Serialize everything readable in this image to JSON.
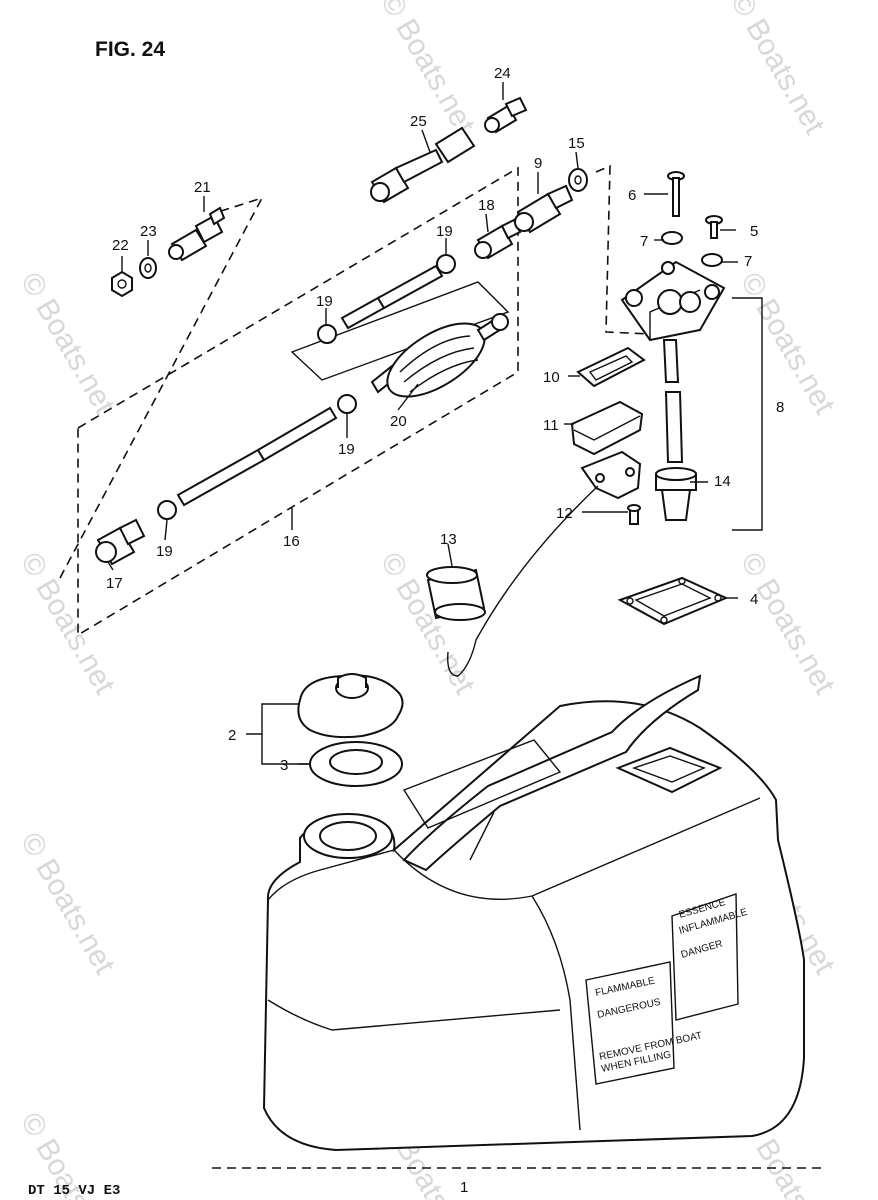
{
  "figure": {
    "title": "FIG. 24",
    "model_code": "DT 15 VJ E3"
  },
  "watermark": "© Boats.net",
  "callouts": [
    "1",
    "2",
    "3",
    "4",
    "5",
    "6",
    "7",
    "7",
    "8",
    "9",
    "10",
    "11",
    "12",
    "13",
    "14",
    "15",
    "16",
    "17",
    "18",
    "19",
    "19",
    "19",
    "19",
    "20",
    "21",
    "22",
    "23",
    "24",
    "25"
  ],
  "tank_label_left": [
    "FLAMMABLE",
    "DANGEROUS",
    "REMOVE FROM BOAT",
    "WHEN FILLING"
  ],
  "tank_label_right": [
    "ESSENCE",
    "INFLAMMABLE",
    "DANGER"
  ]
}
